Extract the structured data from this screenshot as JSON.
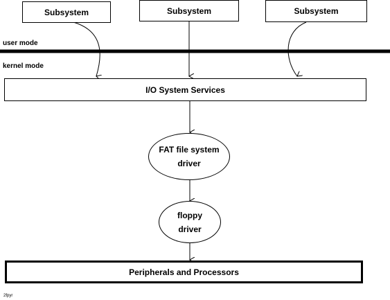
{
  "subsystems": [
    "Subsystem",
    "Subsystem",
    "Subsystem"
  ],
  "modes": {
    "user": "user mode",
    "kernel": "kernel mode"
  },
  "io_services": "I/O System Services",
  "fat_driver": {
    "line1": "FAT file system",
    "line2": "driver"
  },
  "floppy_driver": {
    "line1": "floppy",
    "line2": "driver"
  },
  "peripherals": "Peripherals and Processors",
  "footnote": "2fpyr"
}
